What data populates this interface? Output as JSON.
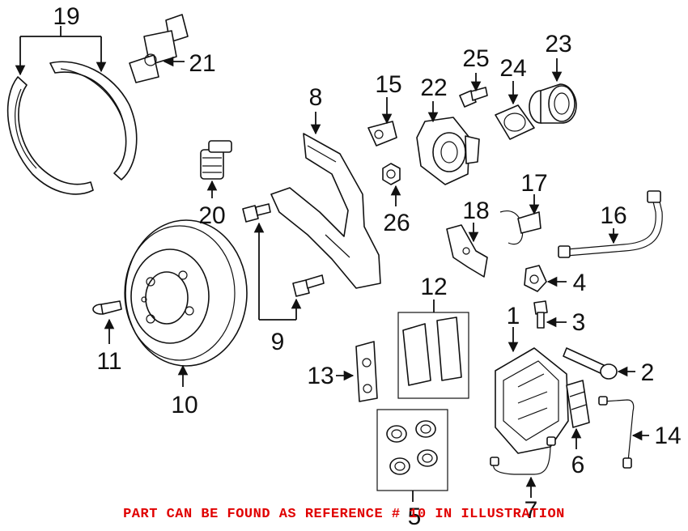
{
  "diagram": {
    "labels": [
      "19",
      "21",
      "25",
      "24",
      "23",
      "8",
      "15",
      "22",
      "20",
      "26",
      "17",
      "18",
      "16",
      "12",
      "4",
      "3",
      "1",
      "2",
      "11",
      "10",
      "9",
      "13",
      "14",
      "6",
      "5",
      "7"
    ],
    "footer_text": "PART CAN BE FOUND AS REFERENCE # 10 IN ILLUSTRATION",
    "colors": {
      "ink": "#111111",
      "footer": "#e00000",
      "background": "#ffffff"
    }
  }
}
